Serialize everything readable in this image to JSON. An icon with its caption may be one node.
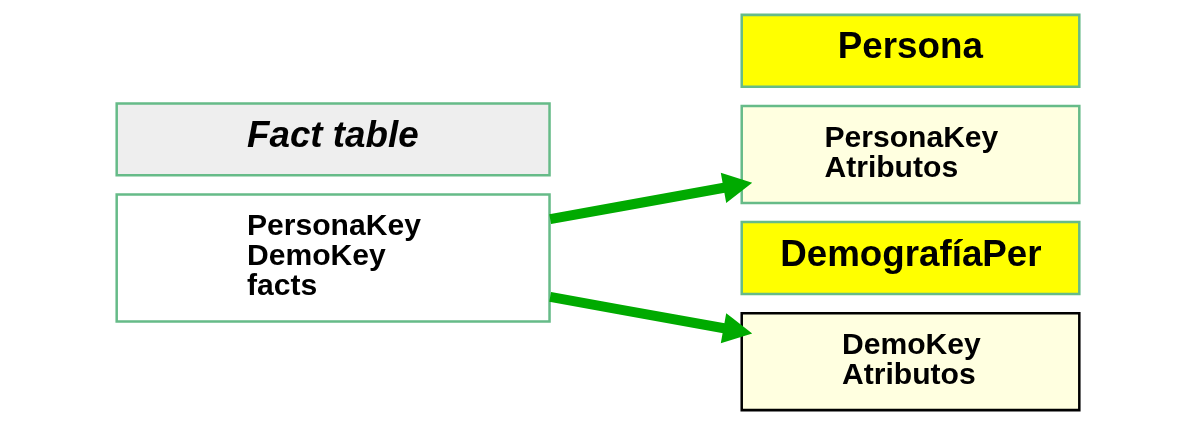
{
  "diagram": {
    "nodes": [
      {
        "text": [
          "Fact table"
        ]
      },
      {
        "text": [
          "PersonaKey",
          "DemoKey",
          "facts"
        ]
      },
      {
        "text": [
          "Persona"
        ]
      },
      {
        "text": [
          "PersonaKey",
          "Atributos"
        ]
      },
      {
        "text": [
          "DemografíaPer"
        ]
      },
      {
        "text": [
          "DemoKey",
          "Atributos"
        ]
      }
    ],
    "edges": [
      {
        "from": 1,
        "to": 3,
        "arrow": "to"
      },
      {
        "from": 1,
        "to": 5,
        "arrow": "to"
      }
    ]
  }
}
